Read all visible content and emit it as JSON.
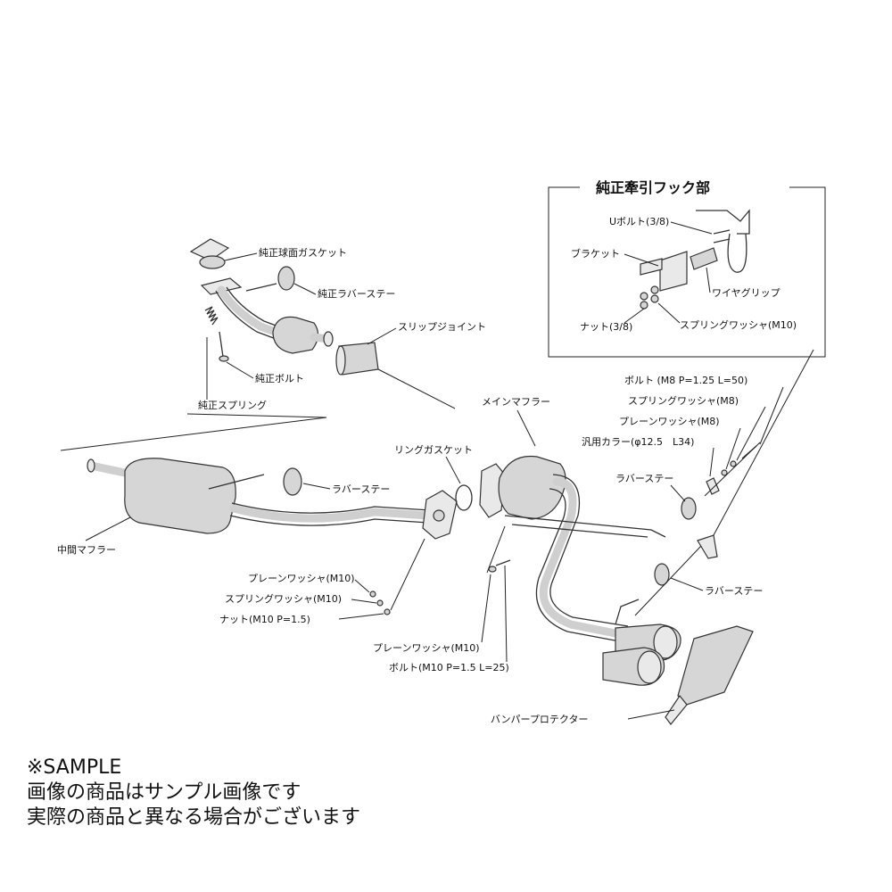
{
  "inset": {
    "title": "純正牽引フック部",
    "labels": {
      "u_bolt": "Uボルト(3/8)",
      "bracket": "ブラケット",
      "wire_grip": "ワイヤグリップ",
      "nut_38": "ナット(3/8)",
      "spring_washer_m10": "スプリングワッシャ(M10)"
    }
  },
  "front_labels": {
    "gasket": "純正球面ガスケット",
    "rubber_stay": "純正ラバーステー",
    "slip_joint": "スリップジョイント",
    "bolt": "純正ボルト",
    "spring": "純正スプリング"
  },
  "main_labels": {
    "bolt_m8": "ボルト (M8 P=1.25 L=50)",
    "spring_washer_m8": "スプリングワッシャ(M8)",
    "plain_washer_m8": "プレーンワッシャ(M8)",
    "collar": "汎用カラー(φ12.5　L34)",
    "main_muffler": "メインマフラー",
    "ring_gasket": "リングガスケット",
    "rubber_stay_1": "ラバーステー",
    "rubber_stay_2": "ラバーステー",
    "rubber_stay_3": "ラバーステー",
    "center_muffler": "中間マフラー",
    "plain_washer_m10_a": "プレーンワッシャ(M10)",
    "spring_washer_m10": "スプリングワッシャ(M10)",
    "nut_m10": "ナット(M10 P=1.5)",
    "plain_washer_m10_b": "プレーンワッシャ(M10)",
    "bolt_m10": "ボルト(M10 P=1.5 L=25)",
    "bumper_protector": "バンパープロテクター"
  },
  "notice": {
    "line1": "※SAMPLE",
    "line2": "画像の商品はサンプル画像です",
    "line3": "実際の商品と異なる場合がございます"
  },
  "colors": {
    "line": "#333333",
    "part_fill": "#d6d6d6",
    "background": "#ffffff"
  }
}
